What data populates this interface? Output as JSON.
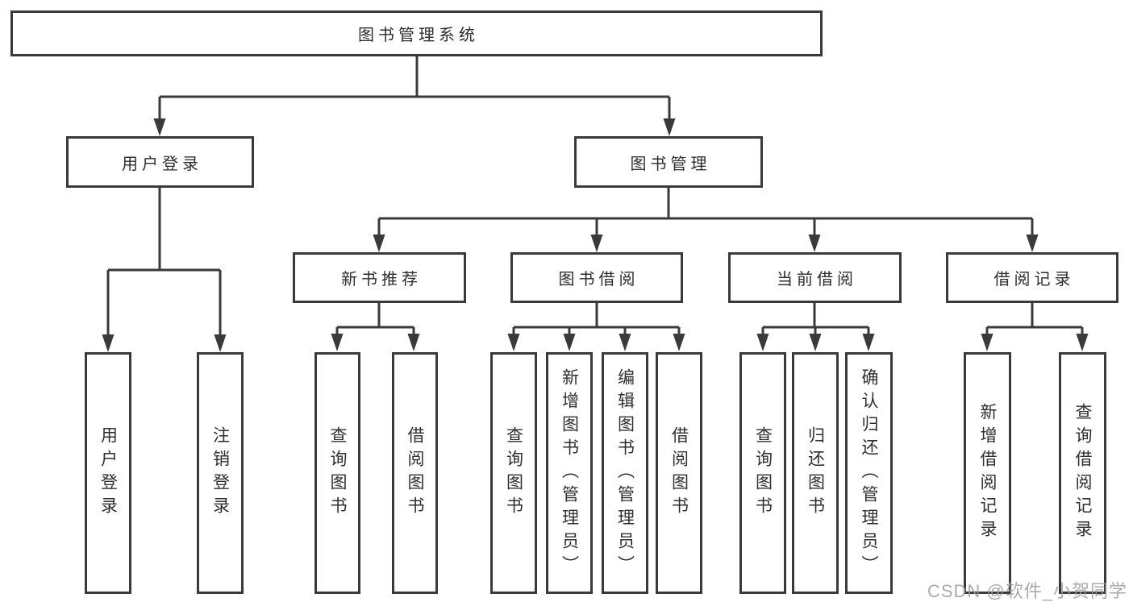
{
  "diagram": {
    "title": "图书管理系统",
    "level2": {
      "user_login": "用户登录",
      "book_mgmt": "图书管理"
    },
    "level3": {
      "new_book_rec": "新书推荐",
      "book_borrow": "图书借阅",
      "current_borrow": "当前借阅",
      "borrow_record": "借阅记录"
    },
    "leaves": {
      "user_login": "用户登录",
      "logout": "注销登录",
      "query_book_rec": "查询图书",
      "borrow_book_rec": "借阅图书",
      "query_book_borrow": "查询图书",
      "add_book": "新增图书（管理员）",
      "edit_book": "编辑图书（管理员）",
      "borrow_book_2": "借阅图书",
      "query_book_current": "查询图书",
      "return_book": "归还图书",
      "confirm_return": "确认归还（管理员）",
      "add_borrow_record": "新增借阅记录",
      "query_borrow_record": "查询借阅记录"
    }
  },
  "watermark": "CSDN @软件_小贺同学",
  "colors": {
    "line": "#3a3a3a",
    "text": "#2d2d2d",
    "background": "#ffffff",
    "watermark": "#9b9b9b"
  }
}
